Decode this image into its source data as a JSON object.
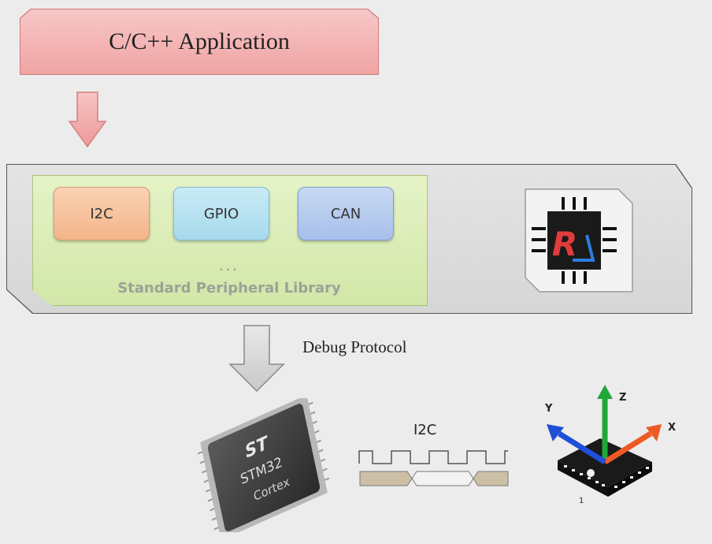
{
  "application": {
    "label": "C/C++ Application"
  },
  "library": {
    "modules": [
      {
        "label": "I2C"
      },
      {
        "label": "GPIO"
      },
      {
        "label": "CAN"
      }
    ],
    "ellipsis": "...",
    "title": "Standard Peripheral Library"
  },
  "logo": {
    "letter": "R",
    "name": "chip-logo-icon"
  },
  "debug": {
    "label": "Debug Protocol"
  },
  "mcu": {
    "brand": "ST",
    "line1": "STM32",
    "line2": "Cortex"
  },
  "bus": {
    "label": "I2C"
  },
  "sensor": {
    "axes": {
      "x": "X",
      "y": "Y",
      "z": "Z"
    },
    "pin": "1"
  },
  "colors": {
    "app": "#f0a4a4",
    "library": "#d2e7a8",
    "i2c": "#f2b58a",
    "gpio": "#a6d9ec",
    "can": "#a7c0ea",
    "axis_x": "#ee5a24",
    "axis_y": "#1f4fd8",
    "axis_z": "#1fa83a"
  }
}
